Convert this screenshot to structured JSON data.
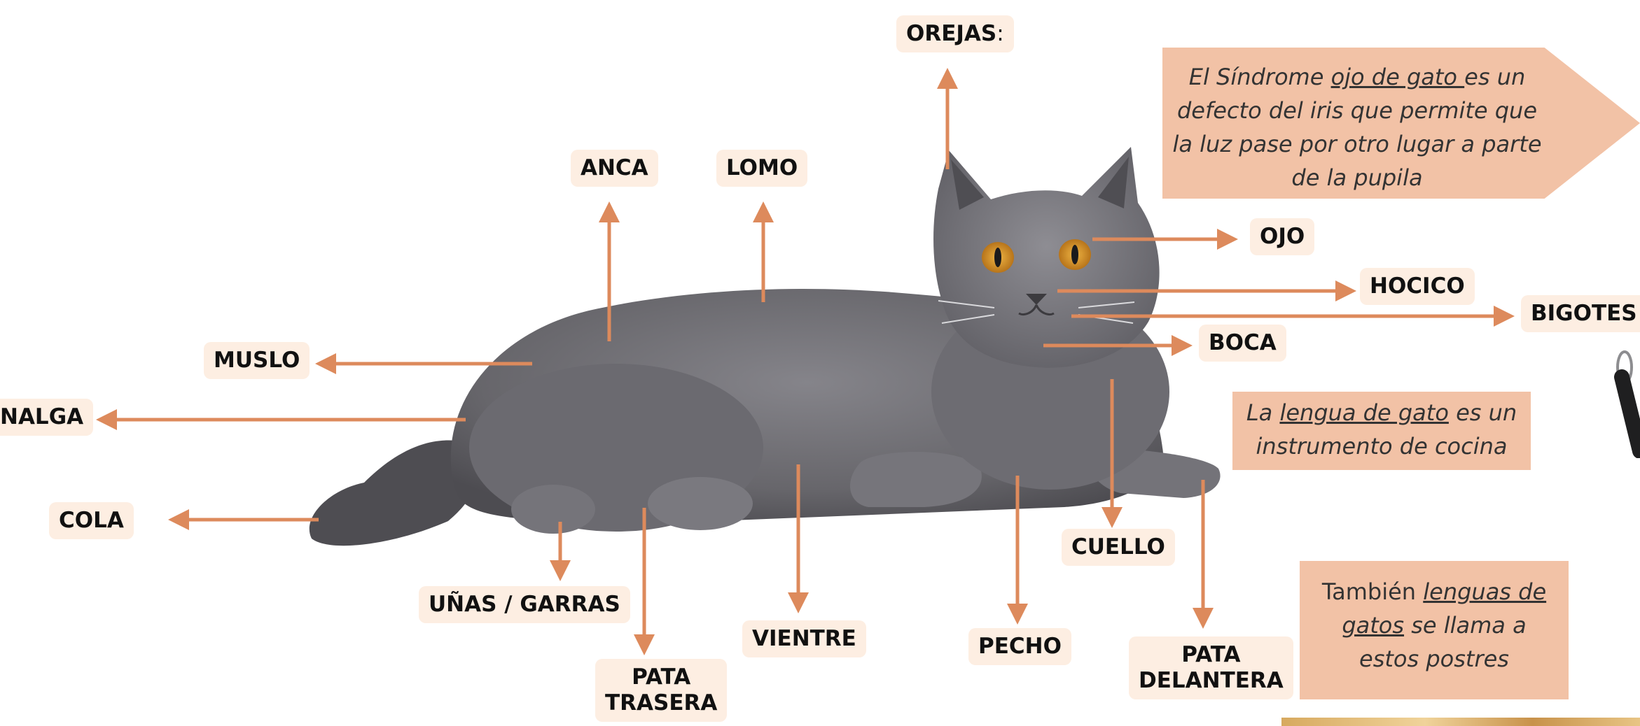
{
  "labels": {
    "orejas": "OREJAS",
    "orejas_suffix": ":",
    "anca": "ANCA",
    "lomo": "LOMO",
    "ojo": "OJO",
    "hocico": "HOCICO",
    "bigotes": "BIGOTES",
    "boca": "BOCA",
    "muslo": "MUSLO",
    "nalga": "NALGA",
    "cola": "COLA",
    "unas_garras": "UÑAS / GARRAS",
    "pata_trasera_1": "PATA",
    "pata_trasera_2": "TRASERA",
    "vientre": "VIENTRE",
    "pecho": "PECHO",
    "cuello": "CUELLO",
    "pata_delantera_1": "PATA",
    "pata_delantera_2": "DELANTERA"
  },
  "notes": {
    "ojo_de_gato": {
      "pre": "El Síndrome ",
      "link": "ojo de gato ",
      "post": "es un defecto del iris que permite que la luz pase por otro lugar a parte de la pupila"
    },
    "lengua_de_gato": {
      "pre": "La ",
      "link": "lengua de gato",
      "post": " es un instrumento de cocina"
    },
    "lenguas_postres": {
      "pre": "También ",
      "link": "lenguas de gatos",
      "post": " se llama a estos postres"
    }
  },
  "colors": {
    "arrow": "#dd8a5c",
    "label_bg": "#fdeee2",
    "note_bg": "#f2c2a6",
    "cat_fur": "#6f6e72",
    "cat_eye": "#e0a131"
  },
  "images": {
    "cat": "gray-cat-photo",
    "whisk": "whisk-photo",
    "biscuits": "biscuit-photo"
  }
}
